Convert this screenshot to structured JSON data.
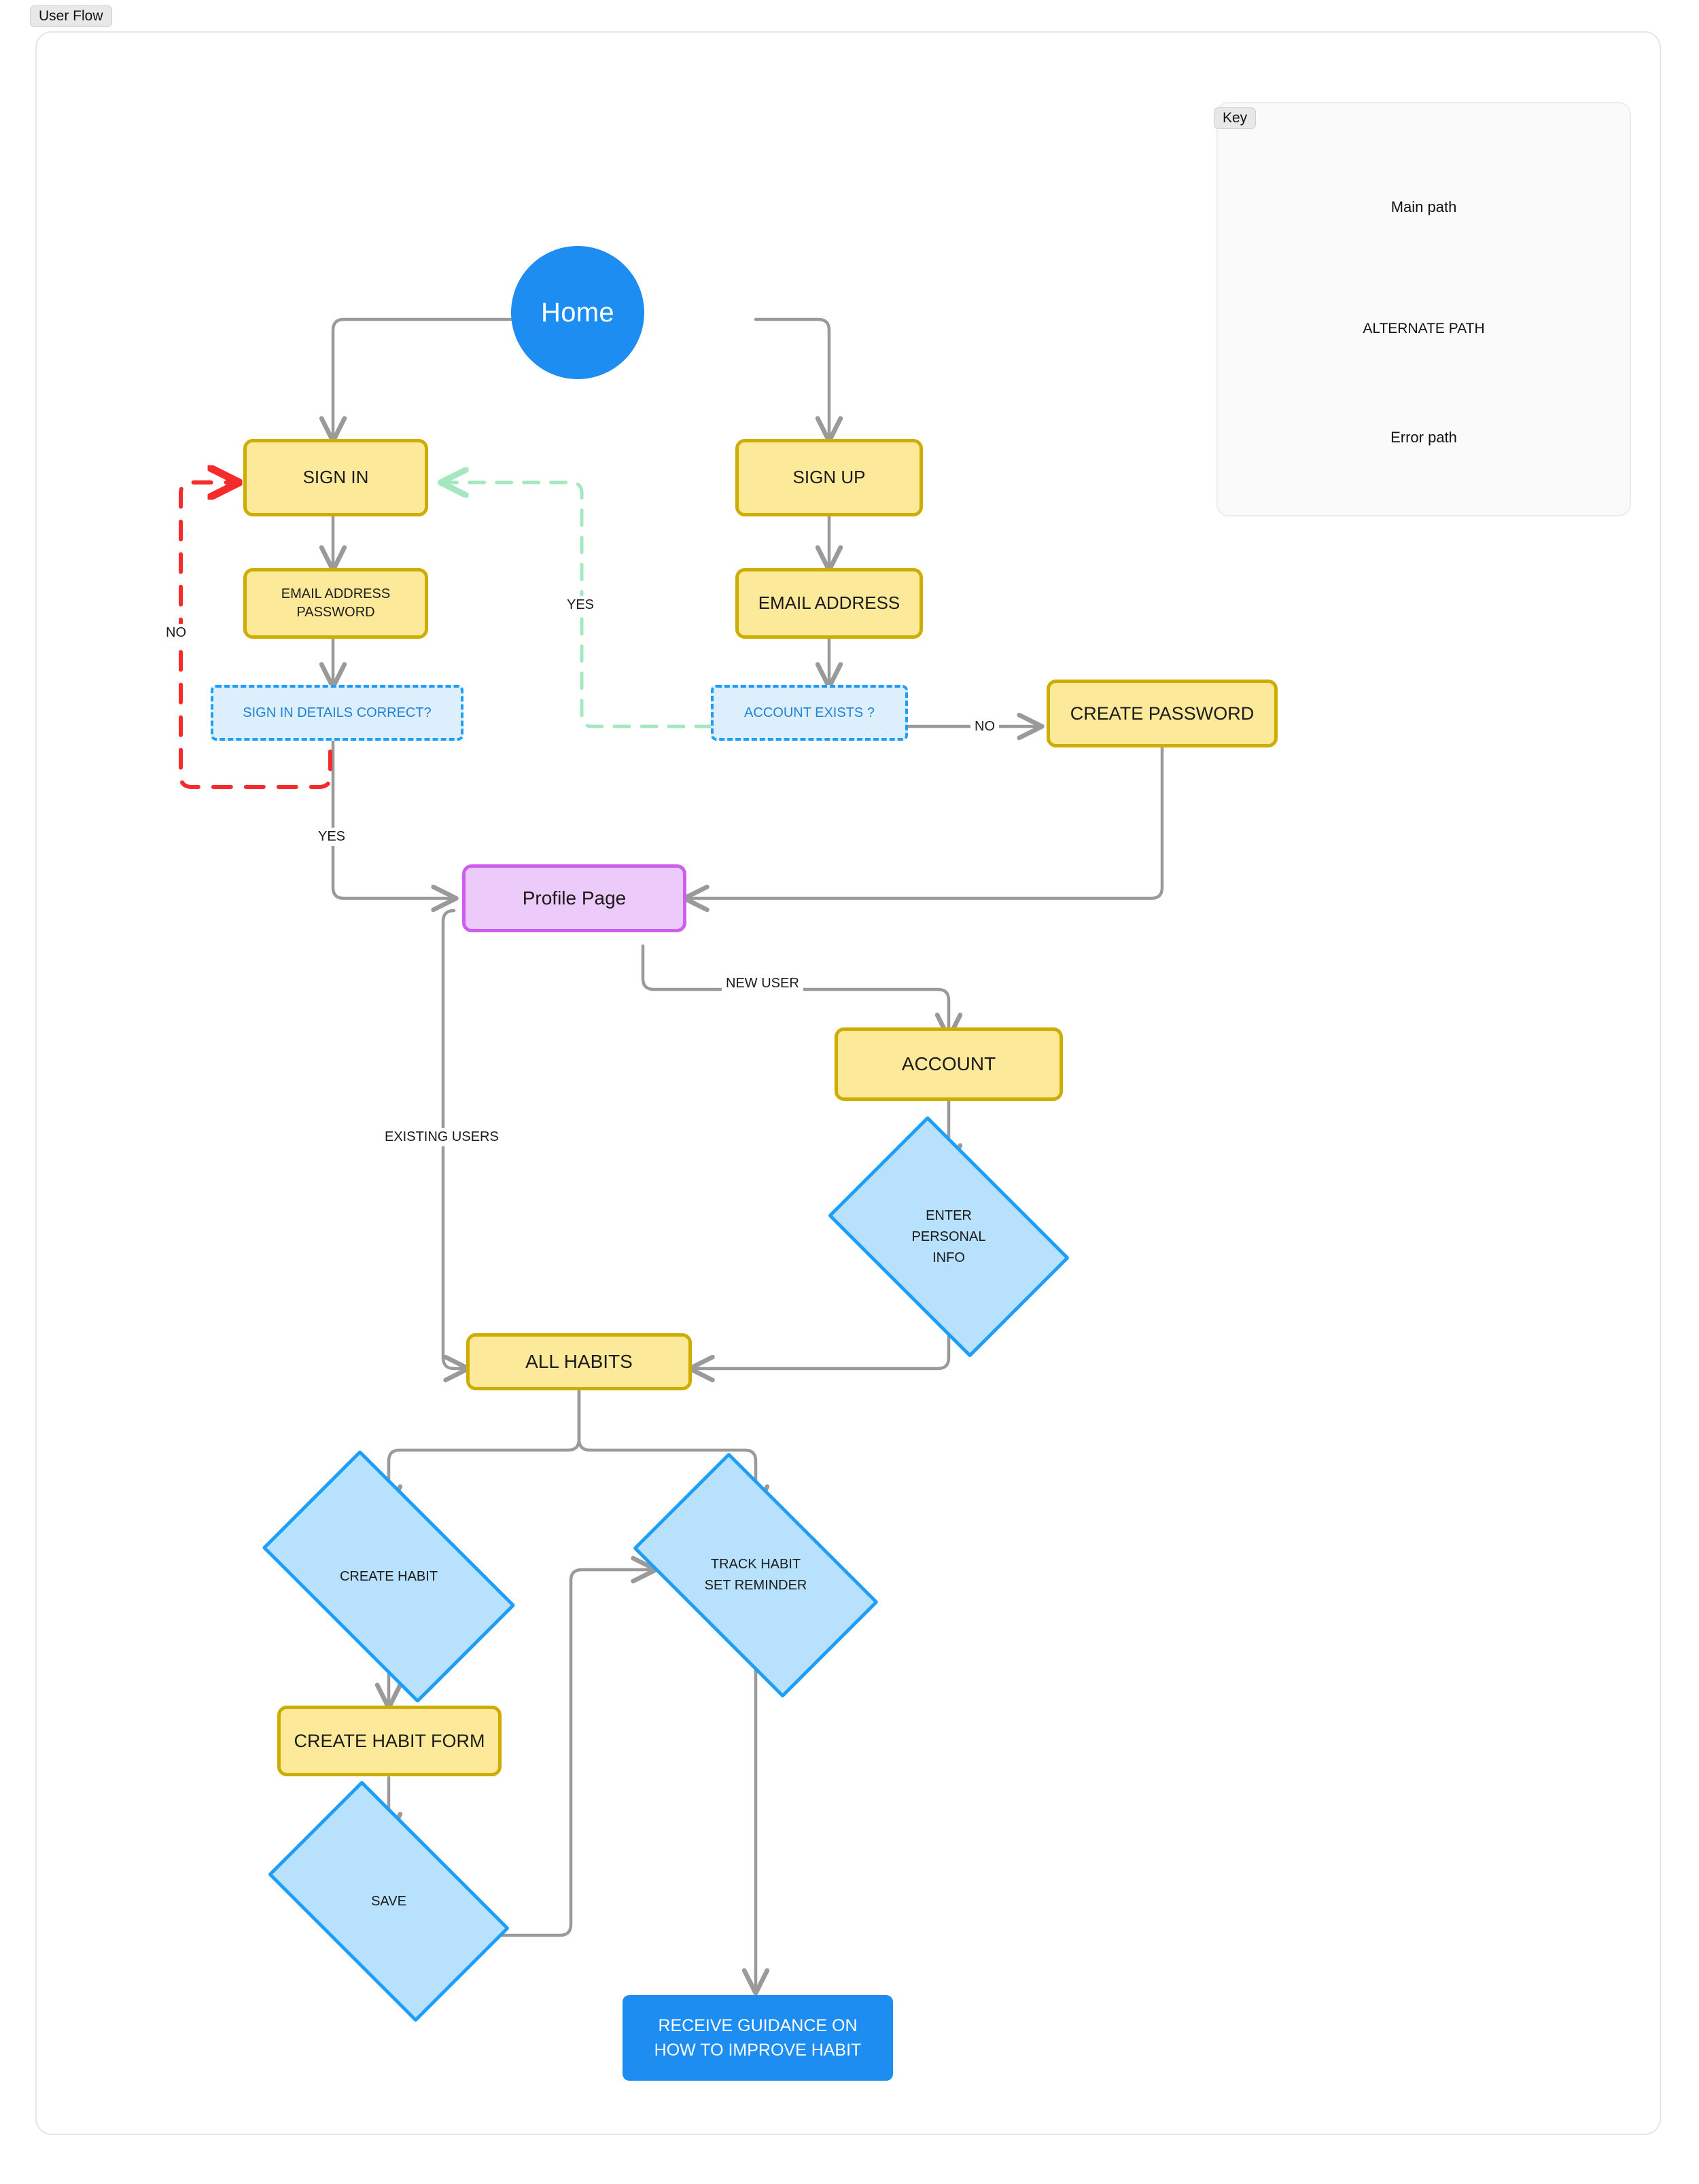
{
  "frame": {
    "title": "User Flow"
  },
  "key": {
    "title": "Key",
    "items": [
      {
        "label": "Main path",
        "color": "#9a9a9a",
        "style": "solid"
      },
      {
        "label": "ALTERNATE PATH",
        "color": "#a5e8bf",
        "style": "dashed"
      },
      {
        "label": "Error path",
        "color": "#f52b2b",
        "style": "dashed"
      }
    ]
  },
  "nodes": {
    "home": {
      "label": "Home"
    },
    "sign_in": {
      "label": "SIGN IN"
    },
    "sign_up": {
      "label": "SIGN UP"
    },
    "sign_in_fields": {
      "line1": "EMAIL ADDRESS",
      "line2": "PASSWORD"
    },
    "sign_up_fields": {
      "label": "EMAIL ADDRESS"
    },
    "sign_in_check": {
      "label": "SIGN IN DETAILS CORRECT?"
    },
    "account_exists": {
      "label": "ACCOUNT EXISTS ?"
    },
    "create_password": {
      "label": "CREATE PASSWORD"
    },
    "profile_page": {
      "label": "Profile Page"
    },
    "account": {
      "label": "ACCOUNT"
    },
    "enter_info": {
      "line1": "ENTER",
      "line2": "PERSONAL",
      "line3": "INFO"
    },
    "all_habits": {
      "label": "ALL HABITS"
    },
    "create_habit": {
      "label": "CREATE HABIT"
    },
    "track_habit": {
      "line1": "TRACK HABIT",
      "line2": "SET REMINDER"
    },
    "create_habit_form": {
      "label": "CREATE HABIT FORM"
    },
    "save": {
      "label": "SAVE"
    },
    "receive_guidance": {
      "line1": "RECEIVE GUIDANCE ON",
      "line2": "HOW TO IMPROVE HABIT"
    }
  },
  "edge_labels": {
    "no_error": "NO",
    "yes_signin": "YES",
    "yes_alternate": "YES",
    "no_account": "NO",
    "new_user": "NEW USER",
    "existing_users": "EXISTING USERS"
  },
  "colors": {
    "accent_blue": "#1d8df2",
    "node_yellow": "#fce99a",
    "node_yellow_border": "#ceac00",
    "decision_blue": "#ddeffd",
    "decision_blue_border": "#1e9ef5",
    "diamond_fill": "#b7e1fd",
    "purple_fill": "#eccaf9",
    "purple_border": "#cd5ef0",
    "main_path": "#9a9a9a",
    "alternate_path": "#a5e8bf",
    "error_path": "#f52b2b"
  }
}
